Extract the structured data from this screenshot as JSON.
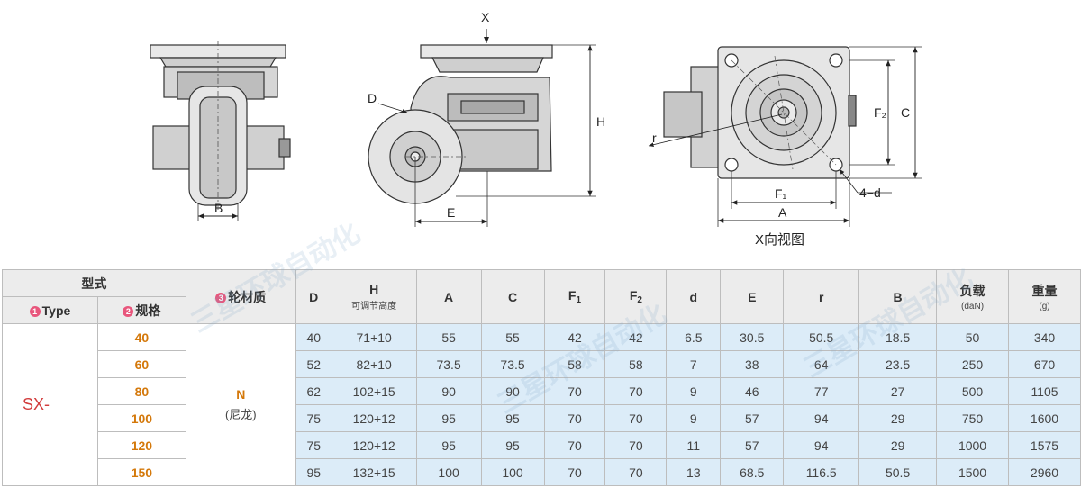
{
  "drawings": {
    "front_view": {
      "label_b": "B"
    },
    "side_view": {
      "label_x": "X",
      "label_d": "D",
      "label_h": "H",
      "label_e": "E"
    },
    "top_view": {
      "label_r": "r",
      "label_f2": "F₂",
      "label_c": "C",
      "label_f1": "F₁",
      "label_4d": "4−d",
      "label_a": "A",
      "caption": "X向视图"
    }
  },
  "watermark_text": "三星环球自动化",
  "table": {
    "header": {
      "model": "型式",
      "type_num": "1",
      "type": "Type",
      "size_num": "2",
      "size": "规格",
      "material_num": "3",
      "material": "轮材质",
      "cols": [
        {
          "main": "D",
          "sub_index": "",
          "sub": ""
        },
        {
          "main": "H",
          "sub_index": "",
          "sub": "可调节高度"
        },
        {
          "main": "A",
          "sub_index": "",
          "sub": ""
        },
        {
          "main": "C",
          "sub_index": "",
          "sub": ""
        },
        {
          "main": "F",
          "sub_index": "1",
          "sub": ""
        },
        {
          "main": "F",
          "sub_index": "2",
          "sub": ""
        },
        {
          "main": "d",
          "sub_index": "",
          "sub": ""
        },
        {
          "main": "E",
          "sub_index": "",
          "sub": ""
        },
        {
          "main": "r",
          "sub_index": "",
          "sub": ""
        },
        {
          "main": "B",
          "sub_index": "",
          "sub": ""
        },
        {
          "main": "负载",
          "sub_index": "",
          "sub": "(daN)"
        },
        {
          "main": "重量",
          "sub_index": "",
          "sub": "(g)"
        }
      ]
    },
    "type_value": "SX-",
    "material_code": "N",
    "material_name": "(尼龙)",
    "rows": [
      {
        "size": "40",
        "cells": [
          "40",
          "71+10",
          "55",
          "55",
          "42",
          "42",
          "6.5",
          "30.5",
          "50.5",
          "18.5",
          "50",
          "340"
        ]
      },
      {
        "size": "60",
        "cells": [
          "52",
          "82+10",
          "73.5",
          "73.5",
          "58",
          "58",
          "7",
          "38",
          "64",
          "23.5",
          "250",
          "670"
        ]
      },
      {
        "size": "80",
        "cells": [
          "62",
          "102+15",
          "90",
          "90",
          "70",
          "70",
          "9",
          "46",
          "77",
          "27",
          "500",
          "1105"
        ]
      },
      {
        "size": "100",
        "cells": [
          "75",
          "120+12",
          "95",
          "95",
          "70",
          "70",
          "9",
          "57",
          "94",
          "29",
          "750",
          "1600"
        ]
      },
      {
        "size": "120",
        "cells": [
          "75",
          "120+12",
          "95",
          "95",
          "70",
          "70",
          "11",
          "57",
          "94",
          "29",
          "1000",
          "1575"
        ]
      },
      {
        "size": "150",
        "cells": [
          "95",
          "132+15",
          "100",
          "100",
          "70",
          "70",
          "13",
          "68.5",
          "116.5",
          "50.5",
          "1500",
          "2960"
        ]
      }
    ]
  }
}
